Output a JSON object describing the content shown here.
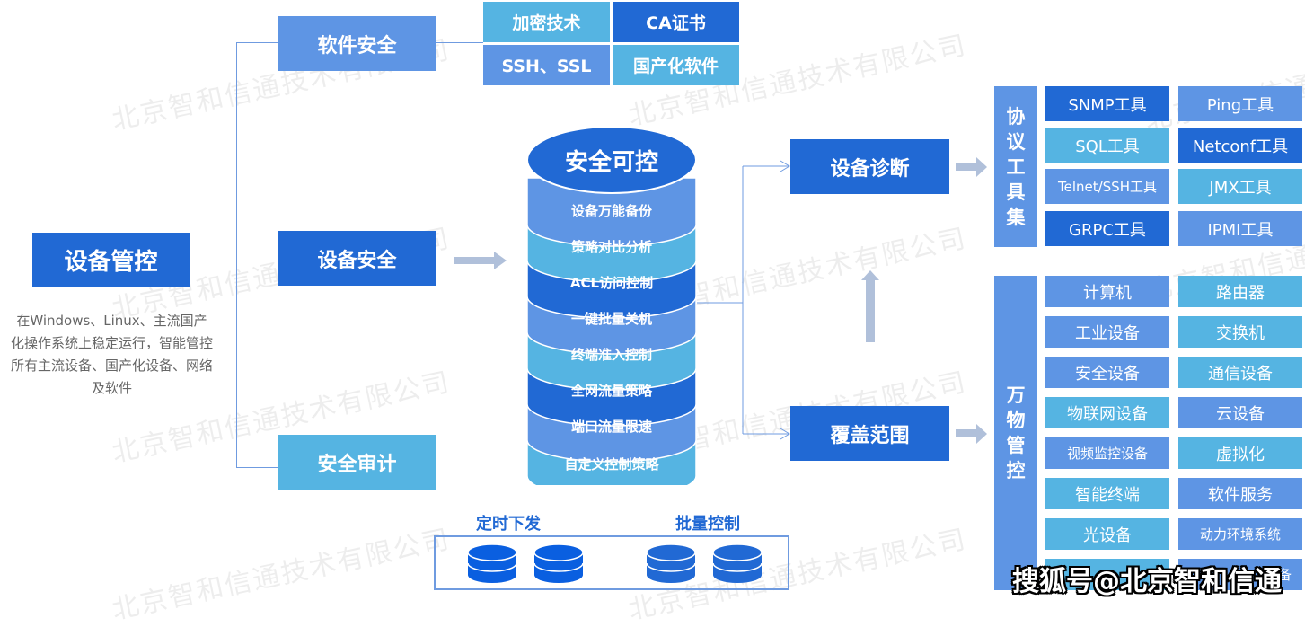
{
  "root": {
    "title": "设备管控",
    "description": "在Windows、Linux、主流国产化操作系统上稳定运行，智能管控所有主流设备、国产化设备、网络及软件"
  },
  "branches": [
    {
      "label": "软件安全"
    },
    {
      "label": "设备安全"
    },
    {
      "label": "安全审计"
    }
  ],
  "software_security_items": [
    "加密技术",
    "CA证书",
    "SSH、SSL",
    "国产化软件"
  ],
  "core_stack": {
    "title": "安全可控",
    "layers": [
      "设备万能备份",
      "策略对比分析",
      "ACL访问控制",
      "一键批量关机",
      "终端准入控制",
      "全网流量策略",
      "端口流量限速",
      "自定义控制策略"
    ]
  },
  "bottom": {
    "left_label": "定时下发",
    "right_label": "批量控制"
  },
  "diagnosis": {
    "label": "设备诊断"
  },
  "coverage": {
    "label": "覆盖范围"
  },
  "protocol_tools": {
    "title": [
      "协",
      "议",
      "工",
      "具",
      "集"
    ],
    "items": [
      "SNMP工具",
      "Ping工具",
      "SQL工具",
      "Netconf工具",
      "Telnet/SSH工具",
      "JMX工具",
      "GRPC工具",
      "IPMI工具"
    ]
  },
  "all_things": {
    "title": [
      "万",
      "物",
      "管",
      "控"
    ],
    "items": [
      "计算机",
      "路由器",
      "工业设备",
      "交换机",
      "安全设备",
      "通信设备",
      "物联网设备",
      "云设备",
      "视频监控设备",
      "虚拟化",
      "智能终端",
      "软件服务",
      "光设备",
      "动力环境系统",
      "",
      "设备"
    ]
  },
  "watermark_text": "北京智和信通技术有限公司",
  "footer_watermark": "搜狐号@北京智和信通",
  "colors": {
    "dark": "#2169d4",
    "mid": "#5e95e4",
    "light": "#55b4e2",
    "arrow": "#b0c0da",
    "connector": "#6f9be0"
  }
}
